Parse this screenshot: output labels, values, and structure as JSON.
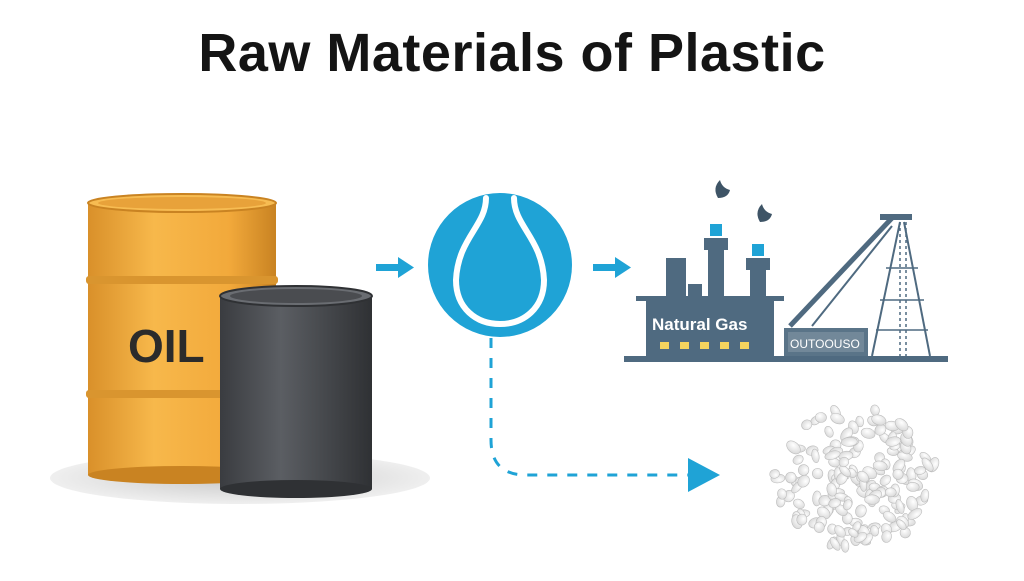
{
  "title": "Raw Materials of Plastic",
  "barrel": {
    "label": "OIL"
  },
  "plant": {
    "label": "Natural Gas",
    "sign": "OUTOOUSO"
  },
  "colors": {
    "barrel_orange": "#F2A93B",
    "barrel_dark": "#4A4C50",
    "accent_blue": "#1FA3D6",
    "industrial_slate": "#4F6A80",
    "window_yellow": "#F4D35E",
    "pellet_white": "#F2F2F2"
  },
  "icons": {
    "drop": "water-drop-icon",
    "arrow": "arrow-right-icon",
    "factory": "factory-icon",
    "pellets": "plastic-pellets-icon"
  }
}
